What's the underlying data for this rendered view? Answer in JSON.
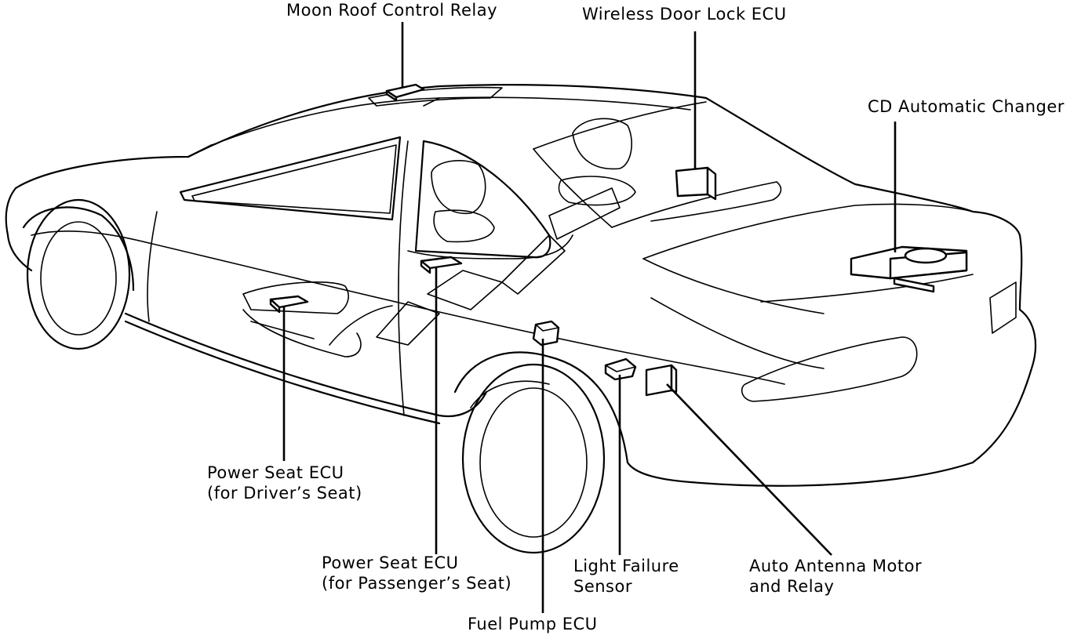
{
  "diagram": {
    "components": [
      {
        "id": "moon-roof-control-relay",
        "lines": [
          "Moon Roof Control Relay"
        ]
      },
      {
        "id": "wireless-door-lock-ecu",
        "lines": [
          "Wireless Door Lock ECU"
        ]
      },
      {
        "id": "cd-automatic-changer",
        "lines": [
          "CD Automatic Changer"
        ]
      },
      {
        "id": "power-seat-ecu-driver",
        "lines": [
          "Power Seat ECU",
          "(for Driver’s Seat)"
        ]
      },
      {
        "id": "power-seat-ecu-passenger",
        "lines": [
          "Power Seat ECU",
          "(for Passenger’s Seat)"
        ]
      },
      {
        "id": "fuel-pump-ecu",
        "lines": [
          "Fuel Pump ECU"
        ]
      },
      {
        "id": "light-failure-sensor",
        "lines": [
          "Light Failure",
          "Sensor"
        ]
      },
      {
        "id": "auto-antenna-motor-relay",
        "lines": [
          "Auto Antenna Motor",
          "and Relay"
        ]
      }
    ],
    "colors": {
      "line": "#000000",
      "background": "#ffffff"
    }
  }
}
